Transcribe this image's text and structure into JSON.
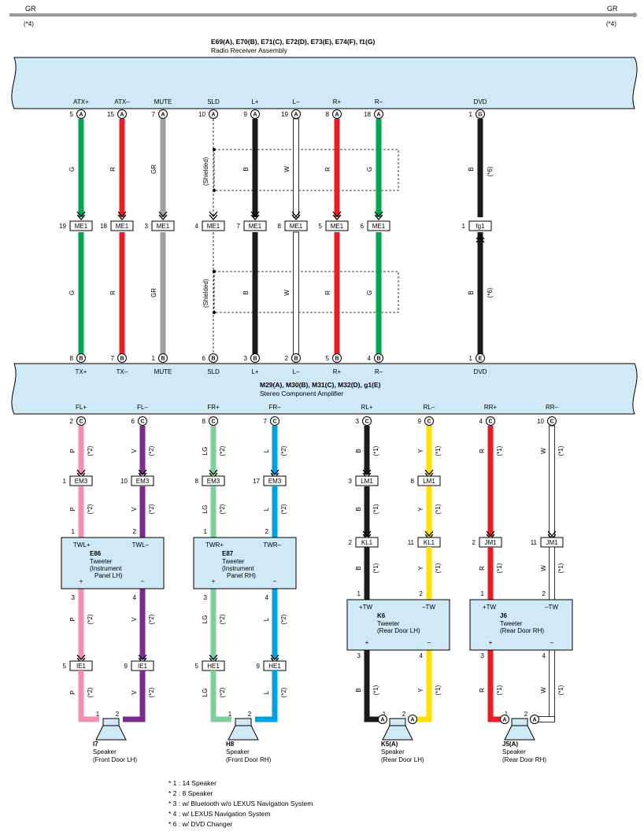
{
  "header": {
    "gr_left": "GR",
    "gr_left_note": "(*4)",
    "gr_right": "GR",
    "gr_right_note": "(*4)"
  },
  "radio": {
    "codes": "E69(A), E70(B), E71(C), E72(D), E73(E), E74(F), f1(G)",
    "name": "Radio Receiver Assembly"
  },
  "amp": {
    "codes": "M29(A), M30(B), M31(C), M32(D), g1(E)",
    "name": "Stereo Component Amplifier"
  },
  "upper": [
    {
      "top": "ATX+",
      "tpin": "5",
      "tconn": "A",
      "color": "G",
      "hex": "#00a651",
      "mpin": "19",
      "mconn": "ME1",
      "bot": "TX+",
      "bpin": "8",
      "bconn": "B"
    },
    {
      "top": "ATX–",
      "tpin": "15",
      "tconn": "A",
      "color": "R",
      "hex": "#ed1c24",
      "mpin": "18",
      "mconn": "ME1",
      "bot": "TX–",
      "bpin": "7",
      "bconn": "B"
    },
    {
      "top": "MUTE",
      "tpin": "7",
      "tconn": "A",
      "color": "GR",
      "hex": "#a0a0a0",
      "mpin": "3",
      "mconn": "ME1",
      "bot": "MUTE",
      "bpin": "1",
      "bconn": "B"
    },
    {
      "top": "SLD",
      "tpin": "10",
      "tconn": "A",
      "color": "",
      "hex": "",
      "mpin": "4",
      "mconn": "ME1",
      "bot": "SLD",
      "bpin": "6",
      "bconn": "B"
    },
    {
      "top": "L+",
      "tpin": "9",
      "tconn": "A",
      "color": "B",
      "hex": "#1a1a1a",
      "mpin": "7",
      "mconn": "ME1",
      "bot": "L+",
      "bpin": "3",
      "bconn": "B"
    },
    {
      "top": "L–",
      "tpin": "19",
      "tconn": "A",
      "color": "W",
      "hex": "#ffffff",
      "mpin": "8",
      "mconn": "ME1",
      "bot": "L–",
      "bpin": "2",
      "bconn": "B"
    },
    {
      "top": "R+",
      "tpin": "8",
      "tconn": "A",
      "color": "R",
      "hex": "#ed1c24",
      "mpin": "5",
      "mconn": "ME1",
      "bot": "R+",
      "bpin": "5",
      "bconn": "B"
    },
    {
      "top": "R–",
      "tpin": "18",
      "tconn": "A",
      "color": "G",
      "hex": "#00a651",
      "mpin": "6",
      "mconn": "ME1",
      "bot": "R–",
      "bpin": "4",
      "bconn": "B"
    },
    {
      "top": "DVD",
      "tpin": "1",
      "tconn": "G",
      "color": "B",
      "hex": "#1a1a1a",
      "mpin": "1",
      "mconn": "fg1",
      "bot": "DVD",
      "bpin": "1",
      "bconn": "E",
      "note": "(*6)"
    }
  ],
  "shielded_label": "(Shielded)",
  "lower": [
    {
      "label": "FL+",
      "pin": "2",
      "conn": "C",
      "color": "P",
      "hex": "#f48fb1",
      "note": "(*2)",
      "c1pin": "1",
      "c1": "EM3",
      "tpin": "1",
      "bpin": "3",
      "c2pin": "5",
      "c2": "IE1",
      "spin": "1"
    },
    {
      "label": "FL–",
      "pin": "6",
      "conn": "C",
      "color": "V",
      "hex": "#7b2d8e",
      "note": "(*2)",
      "c1pin": "10",
      "c1": "EM3",
      "tpin": "2",
      "bpin": "4",
      "c2pin": "9",
      "c2": "IE1",
      "spin": "2"
    },
    {
      "label": "FR+",
      "pin": "8",
      "conn": "C",
      "color": "LG",
      "hex": "#7fcf9a",
      "note": "(*2)",
      "c1pin": "8",
      "c1": "EM3",
      "tpin": "1",
      "bpin": "3",
      "c2pin": "5",
      "c2": "HE1",
      "spin": "1"
    },
    {
      "label": "FR–",
      "pin": "7",
      "conn": "C",
      "color": "L",
      "hex": "#00a0e6",
      "note": "(*2)",
      "c1pin": "17",
      "c1": "EM3",
      "tpin": "2",
      "bpin": "4",
      "c2pin": "9",
      "c2": "HE1",
      "spin": "2"
    },
    {
      "label": "RL+",
      "pin": "3",
      "conn": "C",
      "color": "B",
      "hex": "#1a1a1a",
      "note": "(*1)",
      "c1pin": "3",
      "c1": "LM1",
      "c2pin": "2",
      "c2": "KL1",
      "tpin": "1",
      "bpin": "3",
      "spin": "1"
    },
    {
      "label": "RL–",
      "pin": "9",
      "conn": "C",
      "color": "Y",
      "hex": "#ffe000",
      "note": "(*1)",
      "c1pin": "8",
      "c1": "LM1",
      "c2pin": "11",
      "c2": "KL1",
      "tpin": "2",
      "bpin": "4",
      "spin": "2"
    },
    {
      "label": "RR+",
      "pin": "4",
      "conn": "C",
      "color": "R",
      "hex": "#ed1c24",
      "note": "(*1)",
      "c2pin": "2",
      "c2": "JM1",
      "tpin": "1",
      "bpin": "3",
      "spin": "1"
    },
    {
      "label": "RR–",
      "pin": "10",
      "conn": "C",
      "color": "W",
      "hex": "#ffffff",
      "note": "(*1)",
      "c2pin": "11",
      "c2": "JM1",
      "tpin": "2",
      "bpin": "4",
      "spin": "2"
    }
  ],
  "tweeters": [
    {
      "code": "E86",
      "name": "Tweeter",
      "desc1": "(Instrument",
      "desc2": "Panel LH)",
      "pos": "TWL+",
      "neg": "TWL–",
      "plus": "+",
      "minus": "–"
    },
    {
      "code": "E87",
      "name": "Tweeter",
      "desc1": "(Instrument",
      "desc2": "Panel RH)",
      "pos": "TWR+",
      "neg": "TWR–",
      "plus": "+",
      "minus": "–"
    },
    {
      "code": "K6",
      "name": "Tweeter",
      "desc1": "(Rear Door LH)",
      "pos": "+TW",
      "neg": "–TW",
      "plus": "+",
      "minus": "–"
    },
    {
      "code": "J6",
      "name": "Tweeter",
      "desc1": "(Rear Door RH)",
      "pos": "+TW",
      "neg": "–TW",
      "plus": "+",
      "minus": "–"
    }
  ],
  "speakers": [
    {
      "code": "I7",
      "name": "Speaker",
      "desc": "(Front Door LH)",
      "conn": ""
    },
    {
      "code": "H8",
      "name": "Speaker",
      "desc": "(Front Door RH)",
      "conn": ""
    },
    {
      "code": "K5(A)",
      "name": "Speaker",
      "desc": "(Rear Door LH)",
      "conn": "A"
    },
    {
      "code": "J5(A)",
      "name": "Speaker",
      "desc": "(Rear Door RH)",
      "conn": "A"
    }
  ],
  "notes": [
    "* 1 : 14 Speaker",
    "* 2 : 8 Speaker",
    "* 3 : w/ Bluetooth w/o LEXUS Navigation System",
    "* 4 : w/ LEXUS Navigation System",
    "* 6 : w/ DVD Changer"
  ]
}
